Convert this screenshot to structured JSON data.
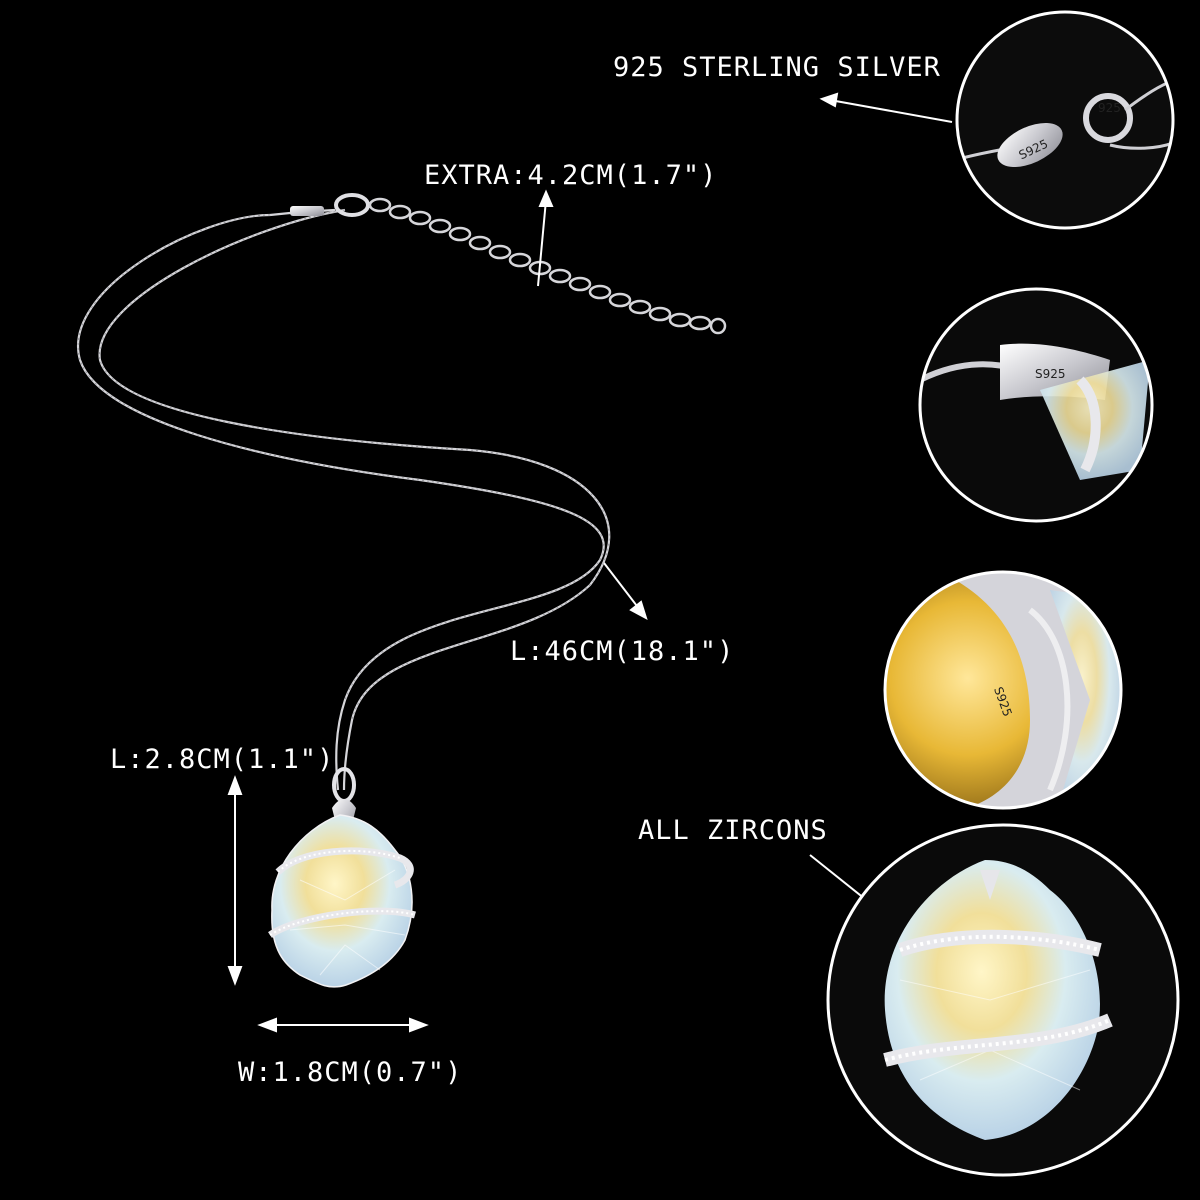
{
  "labels": {
    "silver": "925 STERLING SILVER",
    "extra": "EXTRA:4.2CM(1.7\")",
    "chain_length": "L:46CM(18.1\")",
    "pendant_length": "L:2.8CM(1.1\")",
    "pendant_width": "W:1.8CM(0.7\")",
    "zircons": "ALL ZIRCONS"
  },
  "stamps": {
    "clasp_tag": "S925",
    "ring_mark": "925",
    "bail_mark": "S925",
    "back_mark": "S925"
  },
  "colors": {
    "background": "#000000",
    "silver": "#d8d8dc",
    "crystal_warm": "#f3e7a8",
    "crystal_cool": "#cfe6f2",
    "circle_border": "#ffffff"
  }
}
